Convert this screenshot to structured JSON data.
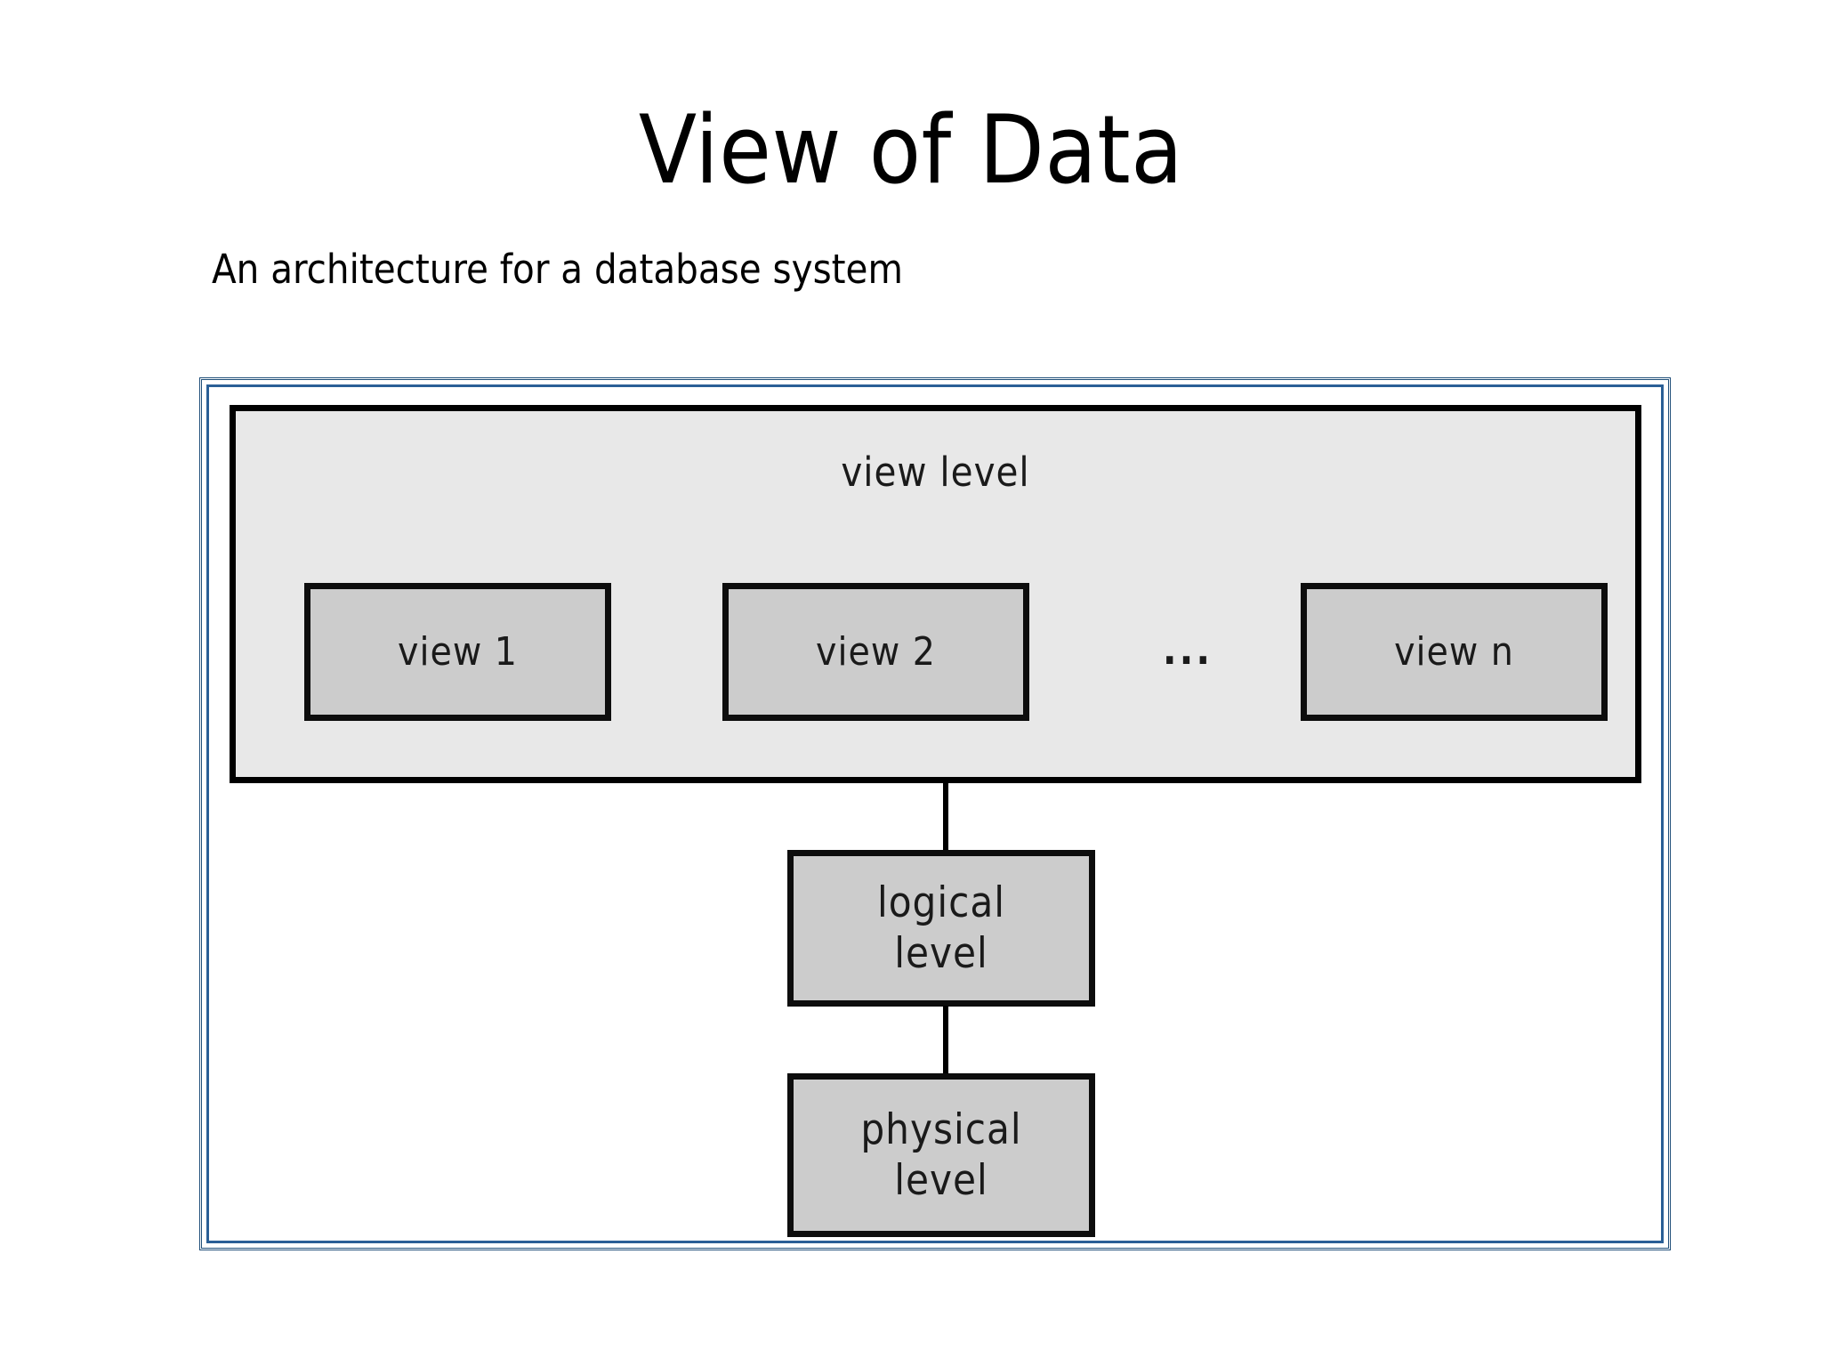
{
  "slide": {
    "title": "View of Data",
    "subtitle": "An architecture for a database system"
  },
  "diagram": {
    "view_level": {
      "caption": "view level",
      "views": [
        {
          "label": "view 1"
        },
        {
          "label": "view 2"
        },
        {
          "label": "view n"
        }
      ],
      "ellipsis": "..."
    },
    "levels": [
      {
        "name": "logical-level",
        "line1": "logical",
        "line2": "level"
      },
      {
        "name": "physical-level",
        "line1": "physical",
        "line2": "level"
      }
    ]
  },
  "colors": {
    "frame_blue": "#1f4e79",
    "panel_fill": "#e8e8e8",
    "box_fill": "#cccccc",
    "box_border": "#0d0d0d",
    "text": "#1a1a1a",
    "background": "#ffffff"
  }
}
